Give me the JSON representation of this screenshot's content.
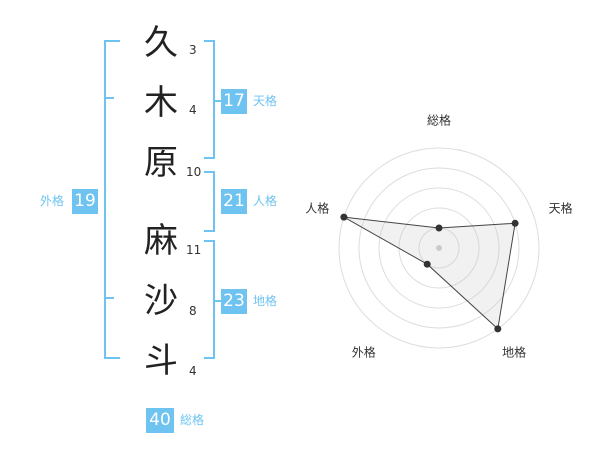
{
  "accent_color": "#6ec3f1",
  "text_color": "#222222",
  "characters": [
    {
      "char": "久",
      "strokes": "3"
    },
    {
      "char": "木",
      "strokes": "4"
    },
    {
      "char": "原",
      "strokes": "10"
    },
    {
      "char": "麻",
      "strokes": "11"
    },
    {
      "char": "沙",
      "strokes": "8"
    },
    {
      "char": "斗",
      "strokes": "4"
    }
  ],
  "kakusu": {
    "tenkaku": {
      "value": "17",
      "label": "天格"
    },
    "jinkaku": {
      "value": "21",
      "label": "人格"
    },
    "chikaku": {
      "value": "23",
      "label": "地格"
    },
    "gaikaku": {
      "value": "19",
      "label": "外格"
    },
    "soukaku": {
      "value": "40",
      "label": "総格"
    }
  },
  "chart_data": {
    "type": "radar",
    "axes": [
      "総格",
      "天格",
      "地格",
      "外格",
      "人格"
    ],
    "max": 5,
    "rings": 5,
    "grid": true,
    "values": [
      1,
      4,
      5,
      1,
      5
    ]
  }
}
